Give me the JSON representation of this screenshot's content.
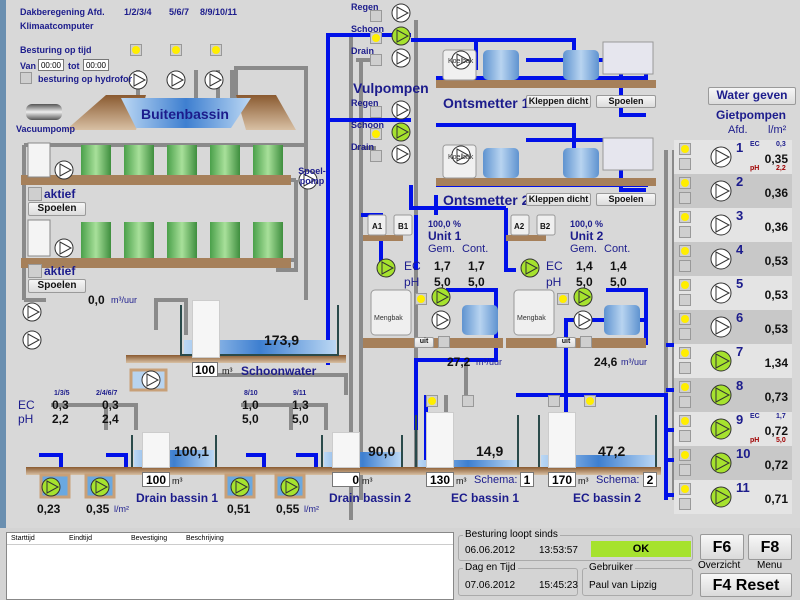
{
  "header": {
    "dakberegening_label": "Dakberegening Afd.",
    "groups": [
      "1/2/3/4",
      "5/6/7",
      "8/9/10/11"
    ],
    "klimaat_label": "Klimaatcomputer",
    "besturing_label": "Besturing op tijd",
    "van_label": "Van",
    "van_value": "00:00",
    "tot_label": "tot",
    "tot_value": "00:00",
    "hydrofor_label": "besturing op hydrofor",
    "vacuum_label": "Vacuumpomp"
  },
  "buitenbassin": {
    "label": "Buitenbassin"
  },
  "filters": {
    "top": {
      "status_label": "aktief",
      "button": "Spoelen"
    },
    "bottom": {
      "status_label": "aktief",
      "button": "Spoelen"
    },
    "flow_value": "0,0",
    "flow_unit": "m³/uur",
    "spoelpomp_label": "Spoel-\npomp"
  },
  "vulpompen": {
    "title": "Vulpompen",
    "set1": [
      "Regen",
      "Schoon",
      "Drain"
    ],
    "set2": [
      "Regen",
      "Schoon",
      "Drain"
    ]
  },
  "ontsmetter": [
    {
      "title": "Ontsmetter 1",
      "koelbak": "Koelbak",
      "btn_kleppen": "Kleppen dicht",
      "btn_spoelen": "Spoelen"
    },
    {
      "title": "Ontsmetter 2",
      "koelbak": "Koelbak",
      "btn_kleppen": "Kleppen dicht",
      "btn_spoelen": "Spoelen"
    }
  ],
  "units": [
    {
      "a": "A1",
      "b": "B1",
      "percent": "100,0 %",
      "name": "Unit 1",
      "gem": "Gem.",
      "cont": "Cont.",
      "ec_label": "EC",
      "ph_label": "pH",
      "ec_gem": "1,7",
      "ec_cont": "1,7",
      "ph_gem": "5,0",
      "ph_cont": "5,0",
      "mengbak": "Mengbak",
      "uit": "uit",
      "flow": "27,2",
      "flow_unit": "m³/uur"
    },
    {
      "a": "A2",
      "b": "B2",
      "percent": "100,0 %",
      "name": "Unit 2",
      "gem": "Gem.",
      "cont": "Cont.",
      "ec_label": "EC",
      "ph_label": "pH",
      "ec_gem": "1,4",
      "ec_cont": "1,4",
      "ph_gem": "5,0",
      "ph_cont": "5,0",
      "mengbak": "Mengbak",
      "uit": "uit",
      "flow": "24,6",
      "flow_unit": "m³/uur"
    }
  ],
  "schoonwater": {
    "level": "173,9",
    "setpoint": "100",
    "unit": "m³",
    "label": "Schoonwater"
  },
  "drain": {
    "groups": [
      {
        "afd": "1/3/5",
        "ec": "0,3",
        "ph": "2,2",
        "flow": "0,23"
      },
      {
        "afd": "2/4/6/7",
        "ec": "0,3",
        "ph": "2,4",
        "flow": "0,35",
        "unit": "l/m²"
      },
      {
        "afd": "8/10",
        "ec": "1,0",
        "ph": "5,0",
        "flow": "0,51"
      },
      {
        "afd": "9/11",
        "ec": "1,3",
        "ph": "5,0",
        "flow": "0,55",
        "unit": "l/m²"
      }
    ],
    "ec_label": "EC",
    "ph_label": "pH",
    "bassin1": {
      "level": "100,1",
      "setpoint": "100",
      "unit": "m³",
      "label": "Drain bassin 1"
    },
    "bassin2": {
      "level": "90,0",
      "setpoint": "0",
      "unit": "m³",
      "label": "Drain bassin 2"
    }
  },
  "ec_bassins": [
    {
      "level": "14,9",
      "setpoint": "130",
      "unit": "m³",
      "schema_label": "Schema:",
      "schema": "1",
      "label": "EC bassin 1"
    },
    {
      "level": "47,2",
      "setpoint": "170",
      "unit": "m³",
      "schema_label": "Schema:",
      "schema": "2",
      "label": "EC bassin 2"
    }
  ],
  "gietpompen": {
    "button": "Water geven",
    "title": "Gietpompen",
    "col_afd": "Afd.",
    "col_unit": "l/m²",
    "rows": [
      {
        "afd": "1",
        "value": "0,35",
        "active": false,
        "ec": "0,3",
        "ph": "2,2"
      },
      {
        "afd": "2",
        "value": "0,36",
        "active": false
      },
      {
        "afd": "3",
        "value": "0,36",
        "active": false
      },
      {
        "afd": "4",
        "value": "0,53",
        "active": false
      },
      {
        "afd": "5",
        "value": "0,53",
        "active": false
      },
      {
        "afd": "6",
        "value": "0,53",
        "active": false
      },
      {
        "afd": "7",
        "value": "1,34",
        "active": true
      },
      {
        "afd": "8",
        "value": "0,73",
        "active": true
      },
      {
        "afd": "9",
        "value": "0,72",
        "active": true,
        "ec": "1,7",
        "ph": "5,0"
      },
      {
        "afd": "10",
        "value": "0,72",
        "active": true
      },
      {
        "afd": "11",
        "value": "0,71",
        "active": true
      }
    ],
    "ec_label": "EC",
    "ph_label": "pH"
  },
  "alarms": {
    "columns": [
      "Starttijd",
      "Eindtijd",
      "Bevestiging",
      "Beschrijving"
    ],
    "rows": []
  },
  "status": {
    "running_caption": "Besturing loopt sinds",
    "running_date": "06.06.2012",
    "running_time": "13:53:57",
    "state": "OK",
    "state_color": "#a6e22e",
    "datetime_caption": "Dag en Tijd",
    "date": "07.06.2012",
    "time": "15:45:23",
    "user_caption": "Gebruiker",
    "user": "Paul van Lipzig"
  },
  "keys": {
    "f6": "F6",
    "f6_label": "Overzicht",
    "f8": "F8",
    "f8_label": "Menu",
    "f4": "F4 Reset"
  },
  "colors": {
    "water_pipe": "#0010e8",
    "pipe": "#8a8a8a",
    "pump_active": "#a6e22e",
    "label": "#1c1c8c"
  }
}
